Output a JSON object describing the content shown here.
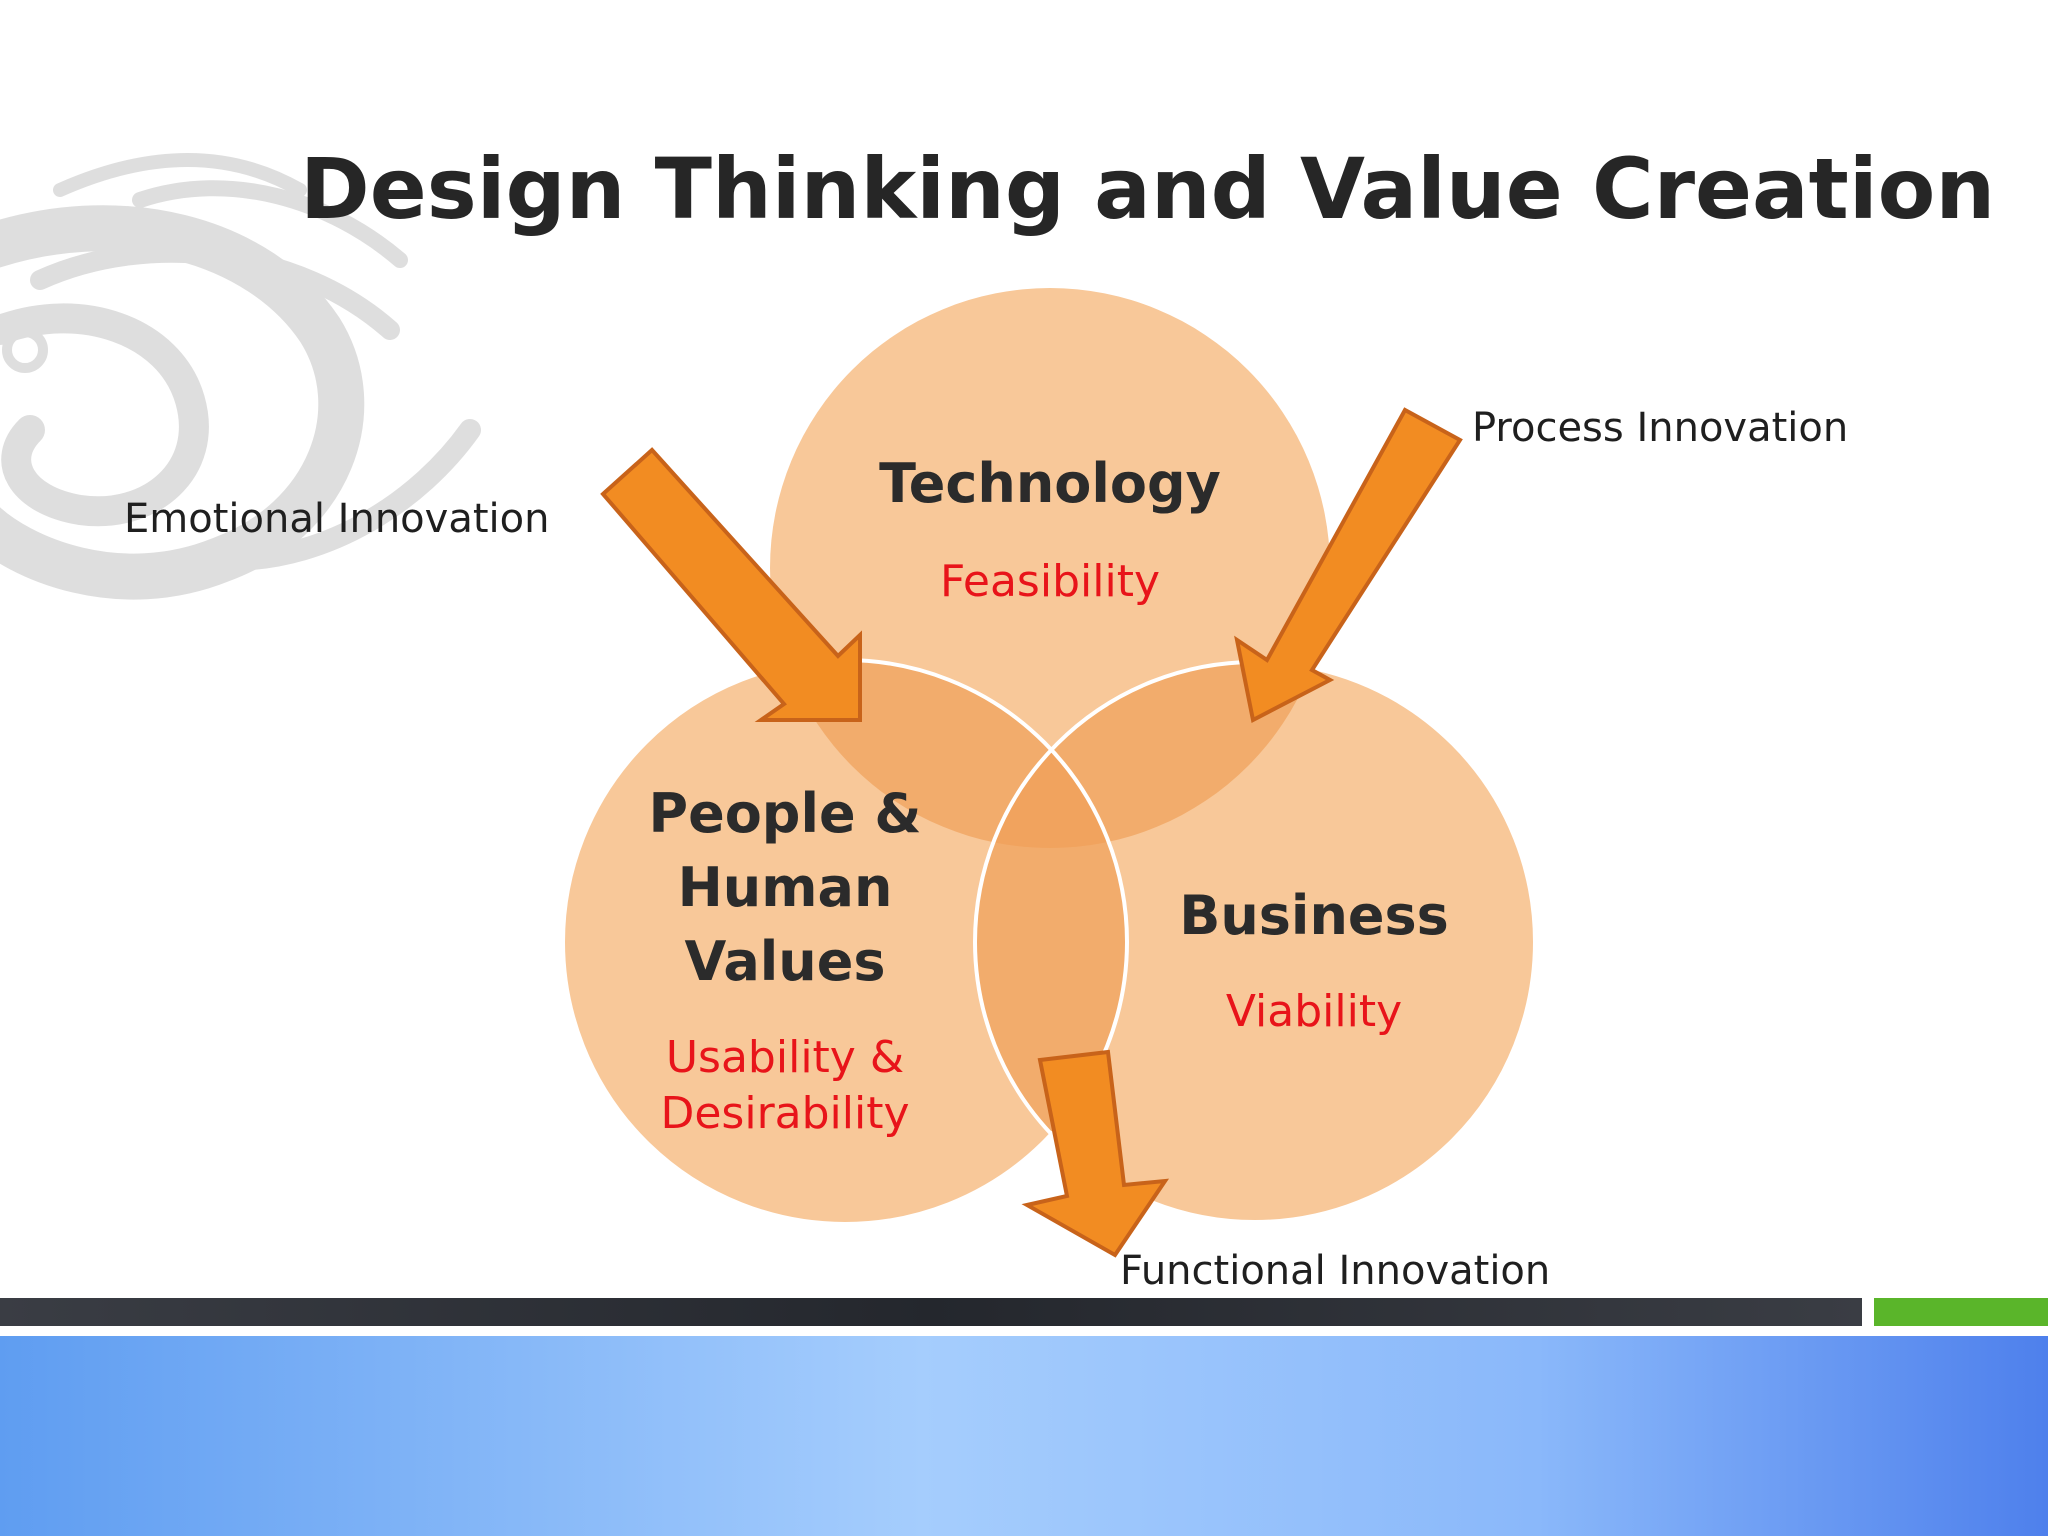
{
  "slide": {
    "title": "Design Thinking and Value Creation"
  },
  "circles": {
    "technology": {
      "label": "Technology",
      "sub": "Feasibility"
    },
    "people": {
      "label": "People &\nHuman\nValues",
      "sub": "Usability &\nDesirability"
    },
    "business": {
      "label": "Business",
      "sub": "Viability"
    }
  },
  "arrows": {
    "emotional": "Emotional Innovation",
    "process": "Process Innovation",
    "functional": "Functional Innovation"
  },
  "colors": {
    "circle_fill": "#f8c899",
    "overlap_fill": "#f0a35e",
    "arrow_fill": "#f28c22",
    "arrow_stroke": "#c8631a",
    "subtitle_red": "#e8141a",
    "footer_dark": "#2c2f36",
    "footer_green": "#5ab52a",
    "footer_blue": "#6aaef7"
  }
}
